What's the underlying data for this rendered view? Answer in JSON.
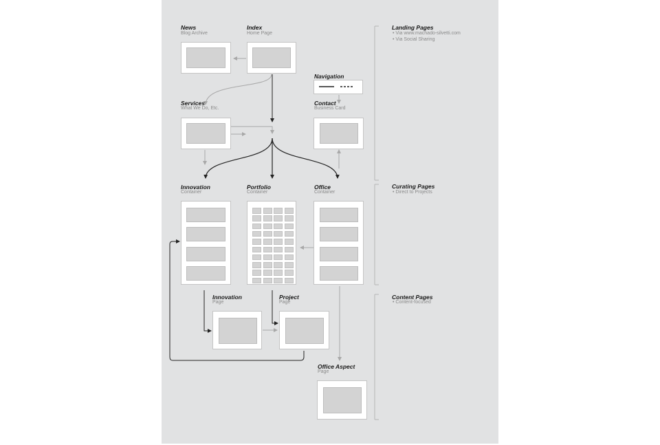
{
  "nodes": {
    "news": {
      "title": "News",
      "subtitle": "Blog Archive"
    },
    "index": {
      "title": "Index",
      "subtitle": "Home Page"
    },
    "navigation": {
      "title": "Navigation"
    },
    "services": {
      "title": "Services",
      "subtitle": "What We Do, Etc."
    },
    "contact": {
      "title": "Contact",
      "subtitle": "Business Card"
    },
    "innovation_container": {
      "title": "Innovation",
      "subtitle": "Container"
    },
    "portfolio_container": {
      "title": "Portfolio",
      "subtitle": "Container"
    },
    "office_container": {
      "title": "Office",
      "subtitle": "Container"
    },
    "innovation_page": {
      "title": "Innovation",
      "subtitle": "Page"
    },
    "project_page": {
      "title": "Project",
      "subtitle": "Page"
    },
    "office_aspect_page": {
      "title": "Office Aspect",
      "subtitle": "Page"
    }
  },
  "sections": {
    "landing": {
      "title": "Landing Pages",
      "items": [
        "• Via www.machado-silvetti.com",
        "• Via Social Sharing"
      ]
    },
    "curating": {
      "title": "Curating Pages",
      "items": [
        "• Direct to Projects"
      ]
    },
    "content": {
      "title": "Content Pages",
      "items": [
        "• Content-focused"
      ]
    }
  },
  "colors": {
    "sheet": "#e1e2e3",
    "card": "#ffffff",
    "thumb": "#d3d3d3",
    "arrow_dark": "#222222",
    "arrow_light": "#a8a8a8",
    "bracket": "#b5b5b5"
  }
}
